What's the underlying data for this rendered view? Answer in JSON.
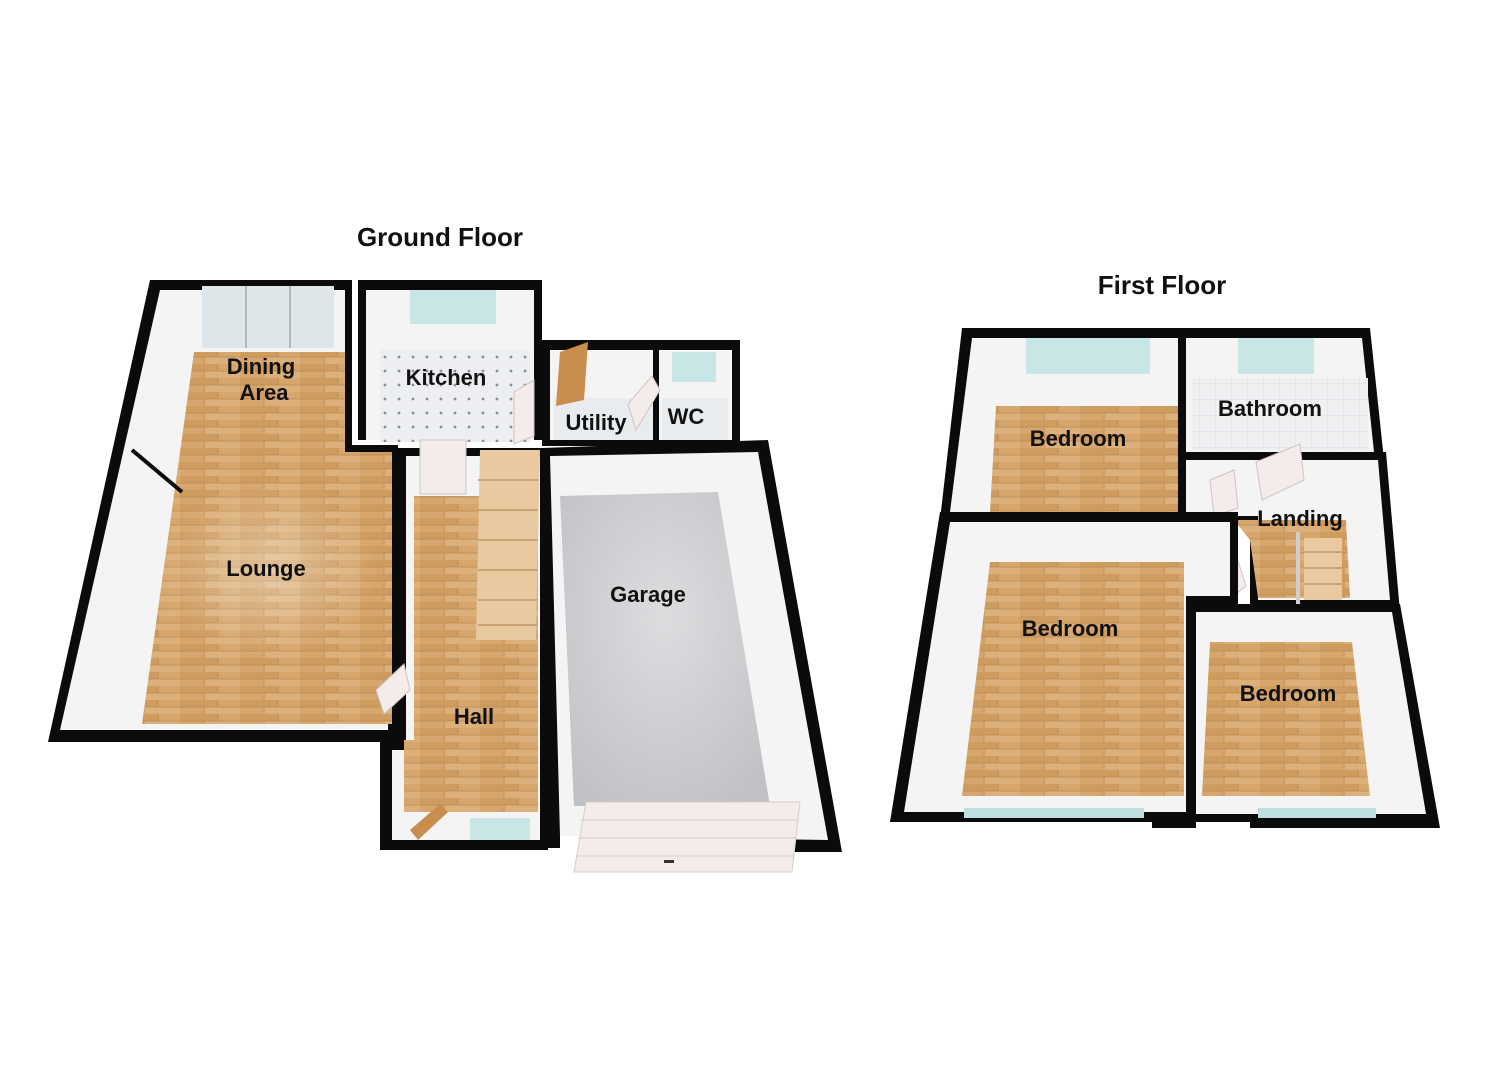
{
  "colors": {
    "wall": "#0b0b0b",
    "wall_inner": "#f4f4f4",
    "wood": "#d4a56e",
    "wood_line": "#b98a52",
    "tile": "#e9ecef",
    "garage_floor": "#cfd0d2",
    "glass": "#bfe3e3",
    "door": "#f3ecea"
  },
  "ground_floor": {
    "title": "Ground Floor",
    "rooms": {
      "dining": "Dining\nArea",
      "lounge": "Lounge",
      "kitchen": "Kitchen",
      "utility": "Utility",
      "wc": "WC",
      "hall": "Hall",
      "garage": "Garage"
    }
  },
  "first_floor": {
    "title": "First Floor",
    "rooms": {
      "bedroom_top": "Bedroom",
      "bathroom": "Bathroom",
      "landing": "Landing",
      "bedroom_main": "Bedroom",
      "bedroom_small": "Bedroom"
    }
  }
}
